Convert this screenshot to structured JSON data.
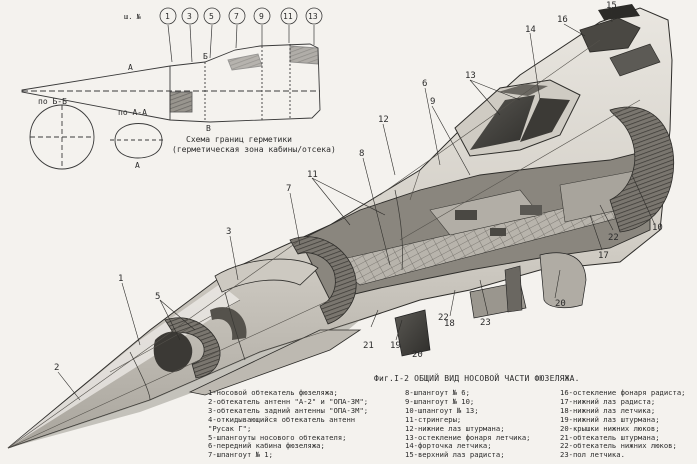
{
  "scheme": {
    "sheet_prefix": "ш. №",
    "frame_numbers": [
      "1",
      "3",
      "5",
      "7",
      "9",
      "11",
      "13"
    ],
    "label_A": "А",
    "label_B": "Б",
    "label_V": "В",
    "section_left_label": "по Б-Б",
    "section_right_label": "по А-А",
    "section_bottom_label": "А",
    "title_line1": "Схема границ герметики",
    "title_line2": "(герметическая зона кабины/отсека)"
  },
  "callouts": [
    "1",
    "2",
    "3",
    "5",
    "6",
    "7",
    "8",
    "9",
    "10",
    "11",
    "12",
    "13",
    "14",
    "15",
    "16",
    "17",
    "18",
    "19",
    "20",
    "20",
    "21",
    "22",
    "22",
    "23"
  ],
  "figure_caption": "Фиг.I-2 ОБЩИЙ ВИД НОСОВОЙ ЧАСТИ ФЮЗЕЛЯЖА.",
  "legend": {
    "col1": [
      "1-носовой обтекатель фюзеляжа;",
      "2-обтекатель антенн \"А-2\" и \"ОПА-3М\";",
      "3-обтекатель задний антенны \"ОПА-3М\";",
      "4-откидывающийся обтекатель антенн",
      "  \"Русак Г\";",
      "5-шпангоуты носового обтекателя;",
      "6-передний кабина фюзеляжа;",
      "7-шпангоут № 1;"
    ],
    "col2": [
      "8-шпангоут № 6;",
      "9-шпангоут № 10;",
      "10-шпангоут № 13;",
      "11-стрингеры;",
      "12-нижние лаз штурмана;",
      "13-остекление фонаря летчика;",
      "14-форточка летчика;",
      "15-верхний лаз радиста;"
    ],
    "col3": [
      "16-остекление фонаря радиста;",
      "17-нижний лаз радиста;",
      "18-нижний лаз летчика;",
      "19-нижний лаз штурмана;",
      "20-крышки нижних люков;",
      "21-обтекатель штурмана;",
      "22-обтекатель нижних люков;",
      "23-пол летчика."
    ]
  }
}
